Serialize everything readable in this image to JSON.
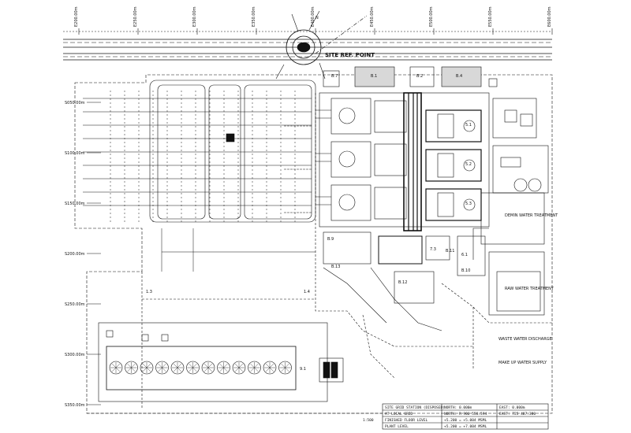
{
  "site_ref": "SITE REF. POINT",
  "north_arrow_label": "N",
  "top_grid_labels": [
    "E200.00m",
    "E250.00m",
    "E300.00m",
    "E350.00m",
    "E400.00m",
    "E450.00m",
    "E500.00m",
    "E550.00m",
    "E600.00m"
  ],
  "left_grid_labels": [
    "S050.00m",
    "S100.00m",
    "S150.00m",
    "S200.00m",
    "S250.00m",
    "S300.00m",
    "S350.00m"
  ],
  "area_labels": {
    "demin": "DEMIN WATER TREATMENT",
    "raw_water": "RAW WATER TREATMENT",
    "waste_water": "WASTE WATER DISCHARGE",
    "makeup": "MAKE UP WATER SUPPLY",
    "b1": "B.1",
    "b2": "B.2",
    "b4": "B.4",
    "b7": "B.7",
    "b9": "B.9",
    "b10": "B.10",
    "b11": "B.11",
    "b12": "B.12",
    "b13": "B.13",
    "b1s": "5.1",
    "b2s": "5.2",
    "b3s": "5.3",
    "b6s": "6.1",
    "d7": "7.3",
    "cond": "9.1",
    "f1": "1.3",
    "f2": "1.4"
  },
  "title_block": {
    "row1": "SITE GRID STATION (DISPOSED)",
    "row2": "AT LOCAL GRID",
    "row3": "FINISHED FLOOR LEVEL",
    "row4": "PLANT LEVEL",
    "col2a": "NORTH: 0.000m",
    "col2b": "NORTH: R 900 558.594",
    "col2c": "+5.200 = +5.004 MSML",
    "col2d": "+5.200 = +7.004 MSML",
    "col3a": "EAST: 0.000m",
    "col3b": "EAST: 725 407.380",
    "scale": "1:500"
  },
  "fan_count": 12,
  "colors": {
    "line": "#111111",
    "background": "#ffffff"
  }
}
